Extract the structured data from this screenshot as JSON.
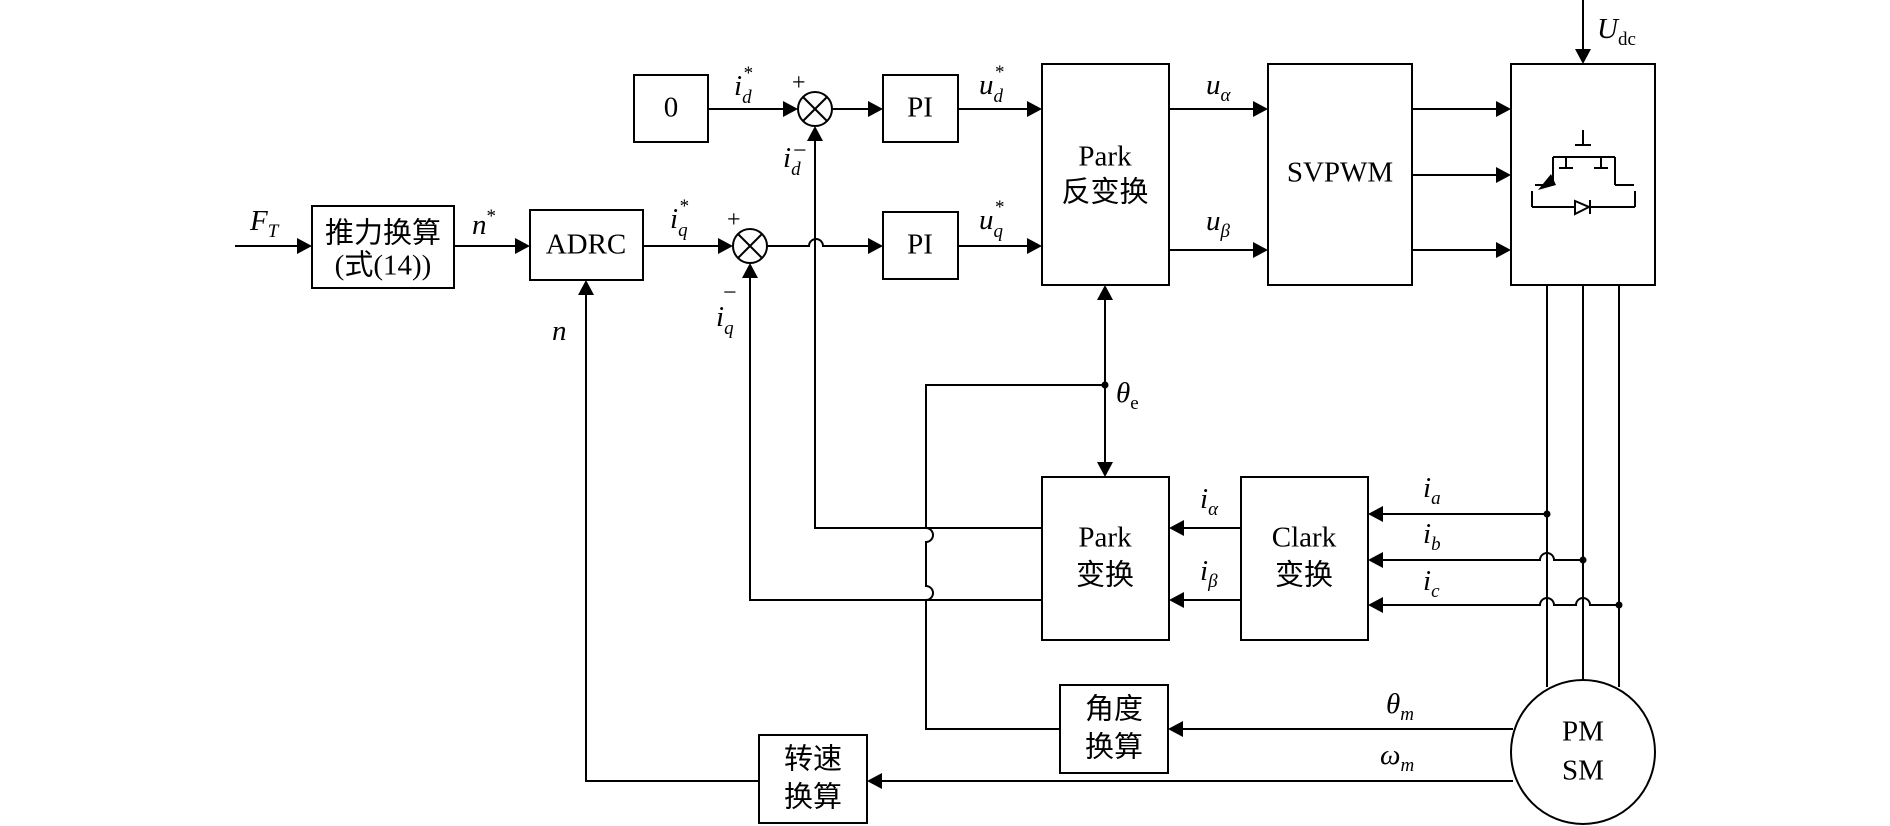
{
  "blocks": {
    "zero": "0",
    "thrust_line1": "推力换算",
    "thrust_line2": "(式(14))",
    "adrc": "ADRC",
    "pi_d": "PI",
    "pi_q": "PI",
    "ipark_line1": "Park",
    "ipark_line2": "反变换",
    "svpwm": "SVPWM",
    "park_line1": "Park",
    "park_line2": "变换",
    "clark_line1": "Clark",
    "clark_line2": "变换",
    "angle_line1": "角度",
    "angle_line2": "换算",
    "speed_line1": "转速",
    "speed_line2": "换算",
    "pmsm_line1": "PM",
    "pmsm_line2": "SM"
  },
  "signals": {
    "ft": {
      "main": "F",
      "sub": "T"
    },
    "n_star": {
      "main": "n",
      "sup": "*"
    },
    "n": {
      "main": "n"
    },
    "id_star": {
      "main": "i",
      "sub": "d",
      "sup": "*"
    },
    "id_fb": {
      "main": "i",
      "sub": "d"
    },
    "iq_star": {
      "main": "i",
      "sub": "q",
      "sup": "*"
    },
    "iq_fb": {
      "main": "i",
      "sub": "q"
    },
    "ud_star": {
      "main": "u",
      "sub": "d",
      "sup": "*"
    },
    "uq_star": {
      "main": "u",
      "sub": "q",
      "sup": "*"
    },
    "u_alpha": {
      "main": "u",
      "sub": "α"
    },
    "u_beta": {
      "main": "u",
      "sub": "β"
    },
    "udc": {
      "main": "U",
      "sub": "dc"
    },
    "theta_e": {
      "main": "θ",
      "sub": "e"
    },
    "i_alpha": {
      "main": "i",
      "sub": "α"
    },
    "i_beta": {
      "main": "i",
      "sub": "β"
    },
    "ia": {
      "main": "i",
      "sub": "a"
    },
    "ib": {
      "main": "i",
      "sub": "b"
    },
    "ic": {
      "main": "i",
      "sub": "c"
    },
    "theta_m": {
      "main": "θ",
      "sub": "m"
    },
    "omega_m": {
      "main": "ω",
      "sub": "m"
    }
  },
  "signs": {
    "plus": "+",
    "minus": "−"
  }
}
